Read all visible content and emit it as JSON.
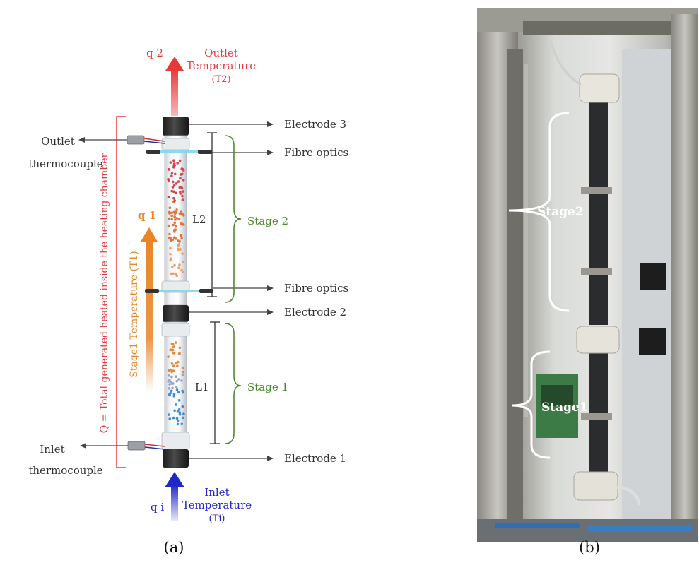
{
  "panel_a": {
    "q2": "q 2",
    "outlet_temperature": [
      "Outlet",
      "Temperature",
      "(T2)"
    ],
    "q1": "q 1",
    "stage1_temperature": "Stage1 Temperature (T1)",
    "qi": "q i",
    "inlet_temperature": [
      "Inlet",
      "Temperature",
      "(Ti)"
    ],
    "total_heat": "Q = Total generated heated inside the heating chamber",
    "outlet_thermocouple": [
      "Outlet",
      "thermocouple"
    ],
    "inlet_thermocouple": [
      "Inlet",
      "thermocouple"
    ],
    "electrode3": "Electrode 3",
    "fibre_optics_top": "Fibre optics",
    "fibre_optics_bottom": "Fibre optics",
    "electrode2": "Electrode 2",
    "electrode1": "Electrode 1",
    "l2": "L2",
    "l1": "L1",
    "stage2": "Stage 2",
    "stage1": "Stage 1",
    "caption": "(a)"
  },
  "panel_b": {
    "stage2": "Stage2",
    "stage1": "Stage1",
    "caption": "(b)"
  },
  "colors": {
    "outlet_red": "#e8393a",
    "stage_orange": "#e98526",
    "inlet_blue": "#2127c9",
    "stage_green": "#4d8a2e",
    "text_gray": "#333333"
  }
}
